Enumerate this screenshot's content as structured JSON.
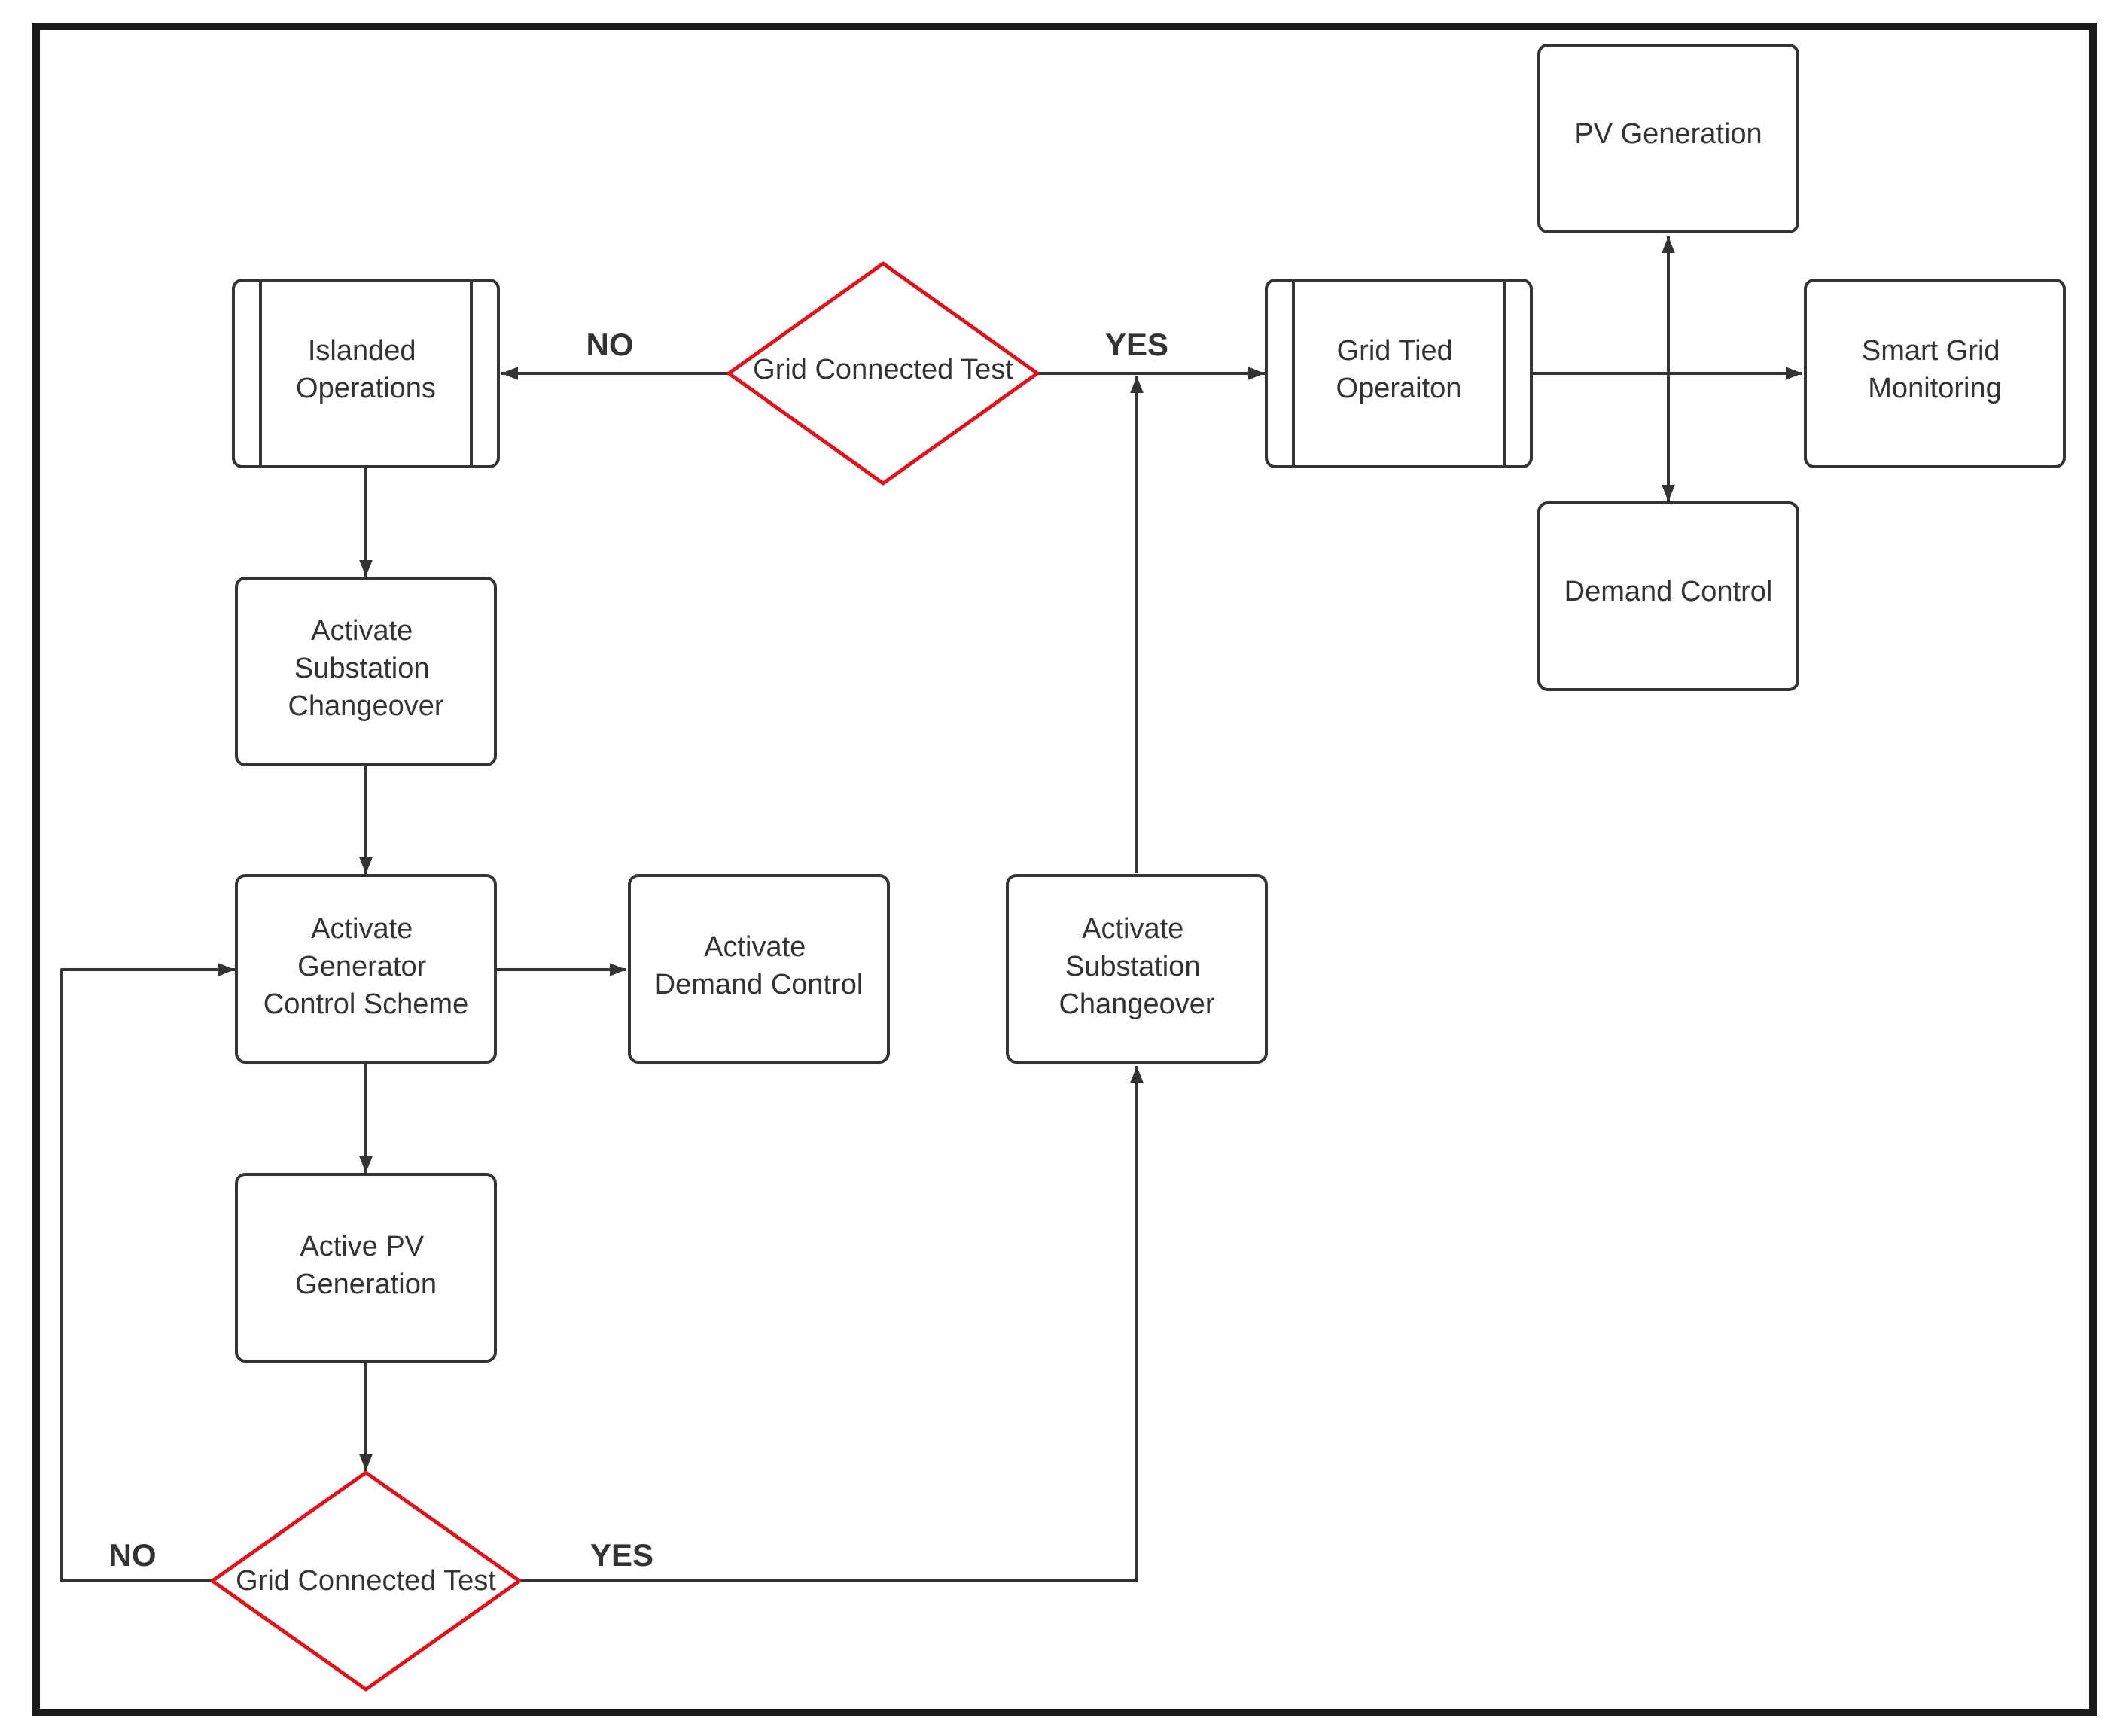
{
  "nodes": {
    "islanded_operations": {
      "label_lines": [
        "Islanded",
        "Operations"
      ]
    },
    "grid_connected_test_top": {
      "label": "Grid Connected Test"
    },
    "grid_tied_operation": {
      "label_lines": [
        "Grid Tied",
        "Operaiton"
      ]
    },
    "pv_generation": {
      "label": "PV Generation"
    },
    "smart_grid_monitoring": {
      "label_lines": [
        "Smart Grid",
        "Monitoring"
      ]
    },
    "demand_control_top": {
      "label": "Demand Control"
    },
    "activate_substation_changeover_left": {
      "label_lines": [
        "Activate",
        "Substation",
        "Changeover"
      ]
    },
    "activate_generator_control_scheme": {
      "label_lines": [
        "Activate",
        "Generator",
        "Control Scheme"
      ]
    },
    "activate_demand_control": {
      "label_lines": [
        "Activate",
        "Demand Control"
      ]
    },
    "activate_substation_changeover_right": {
      "label_lines": [
        "Activate",
        "Substation",
        "Changeover"
      ]
    },
    "active_pv_generation": {
      "label_lines": [
        "Active PV",
        "Generation"
      ]
    },
    "grid_connected_test_bottom": {
      "label": "Grid Connected Test"
    }
  },
  "edge_labels": {
    "top_no": "NO",
    "top_yes": "YES",
    "bottom_no": "NO",
    "bottom_yes": "YES"
  },
  "colors": {
    "decision_outline": "#e3131b",
    "stroke": "#333333",
    "frame": "#1a1a1a"
  }
}
